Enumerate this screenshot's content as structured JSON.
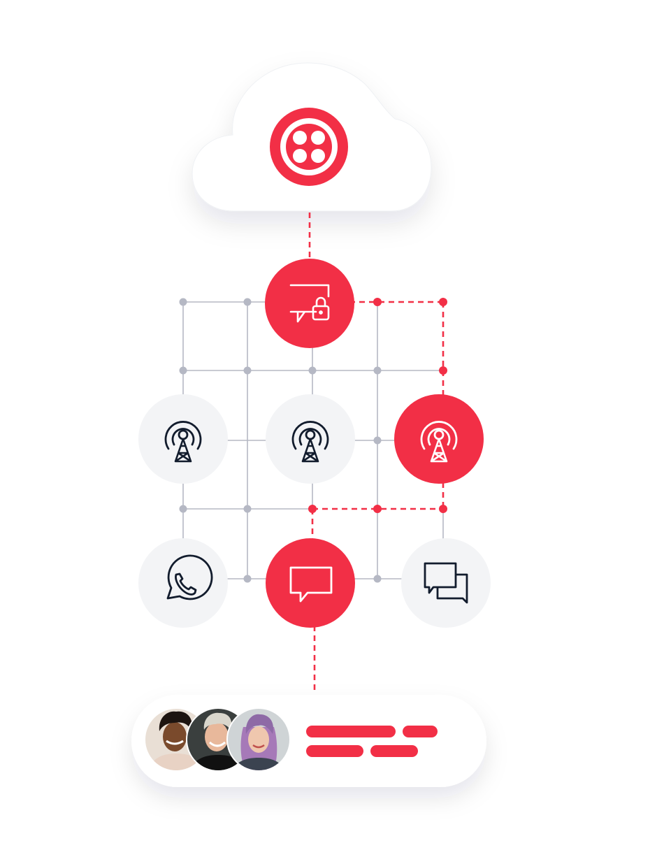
{
  "colors": {
    "background": "#ffffff",
    "accent": "#f22f46",
    "grid_line": "#b5b8c4",
    "grid_dot": "#b5b8c4",
    "node_neutral": "#f3f4f6",
    "icon_dark": "#121c2d",
    "icon_on_accent": "#ffffff",
    "cloud": "#ffffff"
  },
  "cloud": {
    "icon": "brand-logo-four-dots-icon"
  },
  "nodes": [
    {
      "id": "secure-messaging",
      "icon": "chat-bubble-lock-icon",
      "variant": "accent"
    },
    {
      "id": "carrier-1",
      "icon": "cell-tower-icon",
      "variant": "neutral"
    },
    {
      "id": "carrier-2",
      "icon": "cell-tower-icon",
      "variant": "neutral"
    },
    {
      "id": "carrier-3",
      "icon": "cell-tower-icon",
      "variant": "accent"
    },
    {
      "id": "whatsapp",
      "icon": "whatsapp-icon",
      "variant": "neutral"
    },
    {
      "id": "sms",
      "icon": "chat-bubble-icon",
      "variant": "accent"
    },
    {
      "id": "conversations",
      "icon": "two-chat-bubbles-icon",
      "variant": "neutral"
    }
  ],
  "audience_card": {
    "avatars": [
      "avatar-person-1",
      "avatar-person-2",
      "avatar-person-3"
    ],
    "text_placeholder_bars": 4
  }
}
